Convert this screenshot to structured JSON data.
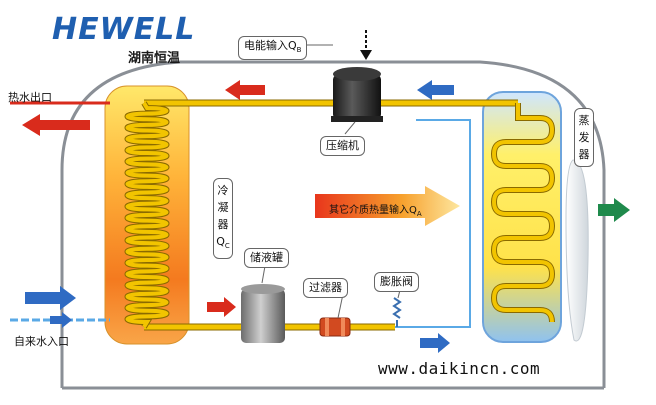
{
  "logo": {
    "brand": "HEWELL",
    "company": "湖南恒温"
  },
  "labels": {
    "electric_input": "电能输入",
    "electric_input_sub": "Q",
    "electric_input_subsub": "B",
    "hot_water_out": "热水出口",
    "cold_water_in": "自来水入口",
    "compressor": "压缩机",
    "condenser": "冷凝器",
    "condenser_q": "Q",
    "condenser_q_sub": "C",
    "evaporator": "蒸发器",
    "other_heat_input": "其它介质热量输入",
    "other_heat_q": "Q",
    "other_heat_q_sub": "A",
    "receiver": "储液罐",
    "filter": "过滤器",
    "expansion_valve": "膨胀阀"
  },
  "website": "www.daikincn.com",
  "colors": {
    "pipe": "#f2c400",
    "hot_arrow": "#d92b1c",
    "cold_arrow": "#2f6bc3",
    "out_arrow": "#1f8a4c",
    "logo_blue": "#1f5fb0"
  }
}
